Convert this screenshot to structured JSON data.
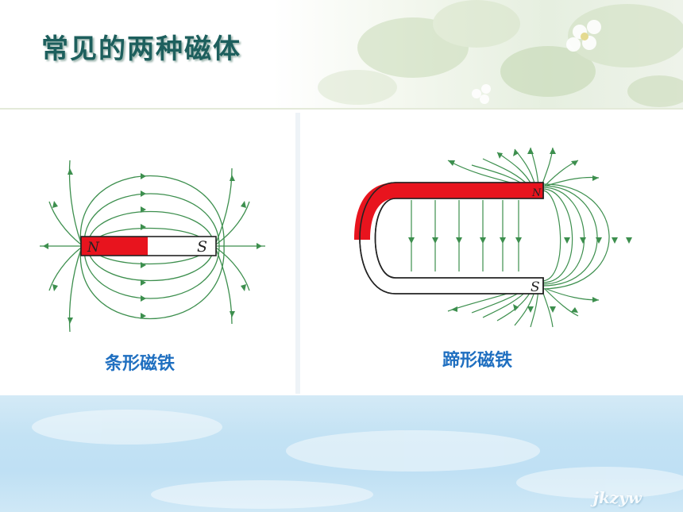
{
  "slide": {
    "title": "常见的两种磁体"
  },
  "diagrams": [
    {
      "name": "bar-magnet",
      "caption": "条形磁铁",
      "pole_north": "N",
      "pole_south": "S"
    },
    {
      "name": "horseshoe-magnet",
      "caption": "蹄形磁铁",
      "pole_north": "N",
      "pole_south": "S"
    }
  ],
  "colors": {
    "field_line": "#3d8f4e",
    "north_pole": "#e8141e",
    "title": "#1d5f5d",
    "caption": "#1f6fc0"
  },
  "watermark": "jkzyw"
}
